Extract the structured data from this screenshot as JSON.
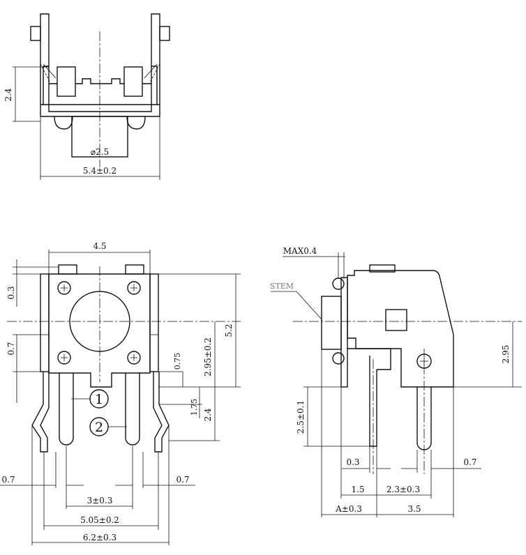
{
  "views": {
    "top": {
      "height_dim": "2.4",
      "stem_dia": "⌀2.5",
      "width_dim": "5.4±0.2"
    },
    "front": {
      "top_width": "4.5",
      "dim_03": "0.3",
      "dim_07_left": "0.7",
      "dim_52": "5.2",
      "dim_295": "2.95±0.2",
      "dim_075": "0.75",
      "dim_175": "1.75",
      "dim_24": "2.4",
      "callout_1": "1",
      "callout_2": "2",
      "bottom_07_left": "0.7",
      "bottom_07_right": "0.7",
      "pitch": "3±0.3",
      "span_505": "5.05±0.2",
      "span_62": "6.2±0.3"
    },
    "side": {
      "max": "MAX0.4",
      "stem_label": "STEM",
      "dim_295": "2.95",
      "dim_25": "2.5±0.1",
      "dim_03": "0.3",
      "dim_07": "0.7",
      "dim_15": "1.5",
      "dim_23": "2.3±0.3",
      "dim_a": "A±0.3",
      "dim_35": "3.5"
    }
  }
}
